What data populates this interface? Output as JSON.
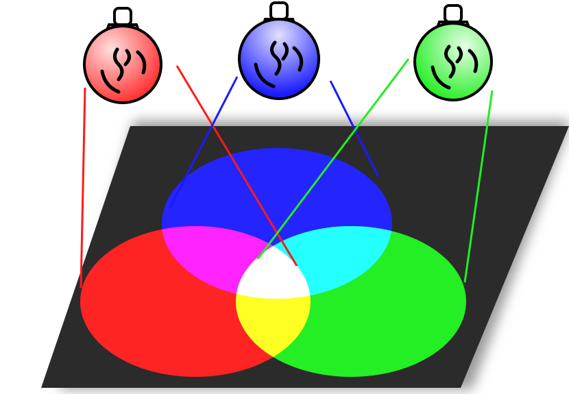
{
  "diagram": {
    "background": "#ffffff",
    "surface_color": "#2b2b2b",
    "shadow_color": "#9a9a9a",
    "lamps": [
      {
        "name": "red-light-bulb",
        "color": "#ff2a2a",
        "highlight": "#ffe0e0"
      },
      {
        "name": "blue-light-bulb",
        "color": "#1a1aff",
        "highlight": "#e0e0ff"
      },
      {
        "name": "green-light-bulb",
        "color": "#22ee22",
        "highlight": "#e6ffe6"
      }
    ],
    "beams": [
      {
        "name": "red-beam",
        "color": "#ff1a1a"
      },
      {
        "name": "blue-beam",
        "color": "#1a1aff"
      },
      {
        "name": "green-beam",
        "color": "#22ee22"
      }
    ],
    "light_circles": [
      {
        "name": "blue-light-circle",
        "color": "#2424ff"
      },
      {
        "name": "red-light-circle",
        "color": "#ff2424"
      },
      {
        "name": "green-light-circle",
        "color": "#24ee24"
      }
    ],
    "overlaps": [
      {
        "name": "magenta-overlap",
        "color": "#ff24ff"
      },
      {
        "name": "cyan-overlap",
        "color": "#24ffff"
      },
      {
        "name": "yellow-overlap",
        "color": "#ffff24"
      },
      {
        "name": "white-overlap",
        "color": "#ffffff"
      }
    ]
  }
}
